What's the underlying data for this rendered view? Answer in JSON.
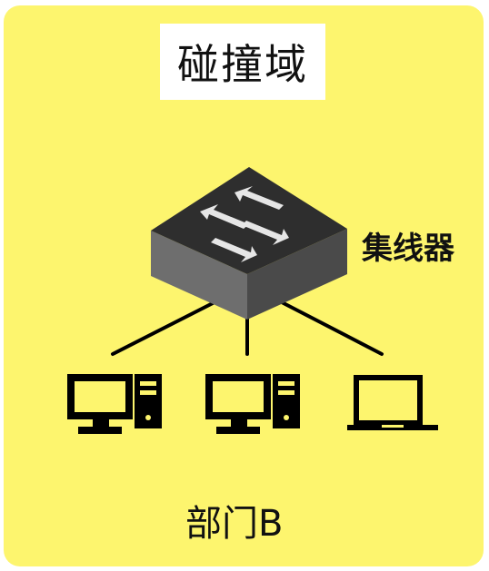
{
  "diagram": {
    "title": "碰撞域",
    "hub_label": "集线器",
    "dept_label": "部门B",
    "colors": {
      "background": "#fdf56e",
      "title_box": "#ffffff",
      "hub_top": "#2b2b2b",
      "hub_left": "#6e6e6e",
      "hub_right": "#4a4a4a",
      "arrows": "#e0e0e0",
      "ink": "#000000"
    },
    "devices": [
      {
        "type": "desktop",
        "icon": "desktop-computer-icon"
      },
      {
        "type": "desktop",
        "icon": "desktop-computer-icon"
      },
      {
        "type": "laptop",
        "icon": "laptop-icon"
      }
    ]
  }
}
